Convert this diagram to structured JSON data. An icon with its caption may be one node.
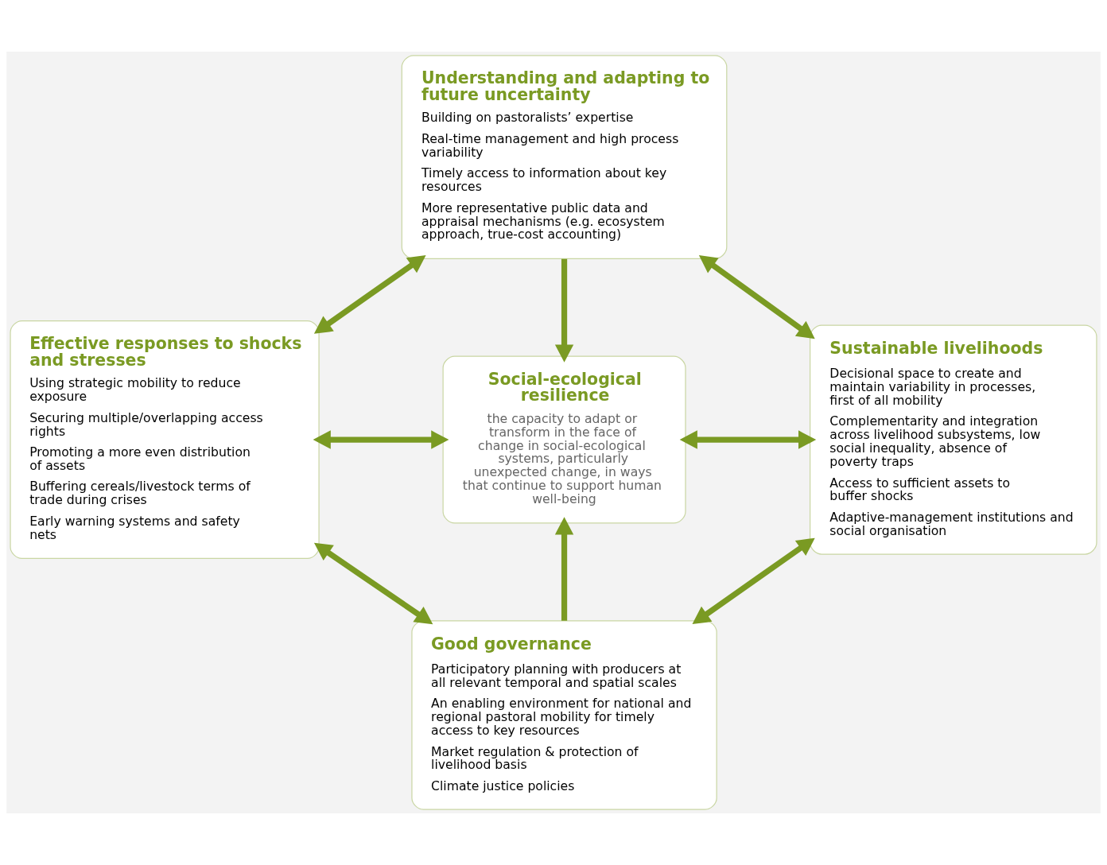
{
  "diagram": {
    "nodes": [
      {
        "text": [
          "Understanding and adapting to future uncertainty",
          "Building on pastoralists’ expertise",
          "Real-time management and high process variability",
          "Timely access to information about key resources",
          "More representative public data and appraisal mechanisms (e.g. ecosystem approach, true-cost accounting)"
        ]
      },
      {
        "text": [
          "Effective responses to shocks and stresses",
          "Using strategic mobility to reduce exposure",
          "Securing multiple/overlapping access rights",
          "Promoting a more even distribution of assets",
          "Buffering cereals/livestock terms of trade during crises",
          "Early warning systems and safety nets"
        ]
      },
      {
        "text": [
          "Social-ecological resilience",
          "the capacity to adapt or transform in the face of change in social-ecological systems, particularly unexpected change, in ways that continue to support human well-being"
        ]
      },
      {
        "text": [
          "Sustainable livelihoods",
          "Decisional space to create and maintain variability in processes, first of all mobility",
          "Complementarity and integration across livelihood subsystems, low social inequality, absence of poverty traps",
          "Access to sufficient assets to buffer shocks",
          "Adaptive-management institutions and social organisation"
        ]
      },
      {
        "text": [
          "Good governance",
          "Participatory planning with producers at all relevant temporal and spatial scales",
          "An enabling environment for national and regional pastoral mobility for timely access to key resources",
          "Market regulation & protection of livelihood basis",
          "Climate justice policies"
        ]
      }
    ],
    "edges": [
      {
        "from": 0,
        "to": 1,
        "arrow": "both"
      },
      {
        "from": 0,
        "to": 3,
        "arrow": "both"
      },
      {
        "from": 0,
        "to": 2,
        "arrow": "to"
      },
      {
        "from": 1,
        "to": 2,
        "arrow": "both"
      },
      {
        "from": 2,
        "to": 3,
        "arrow": "both"
      },
      {
        "from": 4,
        "to": 2,
        "arrow": "to"
      },
      {
        "from": 1,
        "to": 4,
        "arrow": "both"
      },
      {
        "from": 3,
        "to": 4,
        "arrow": "both"
      }
    ]
  }
}
